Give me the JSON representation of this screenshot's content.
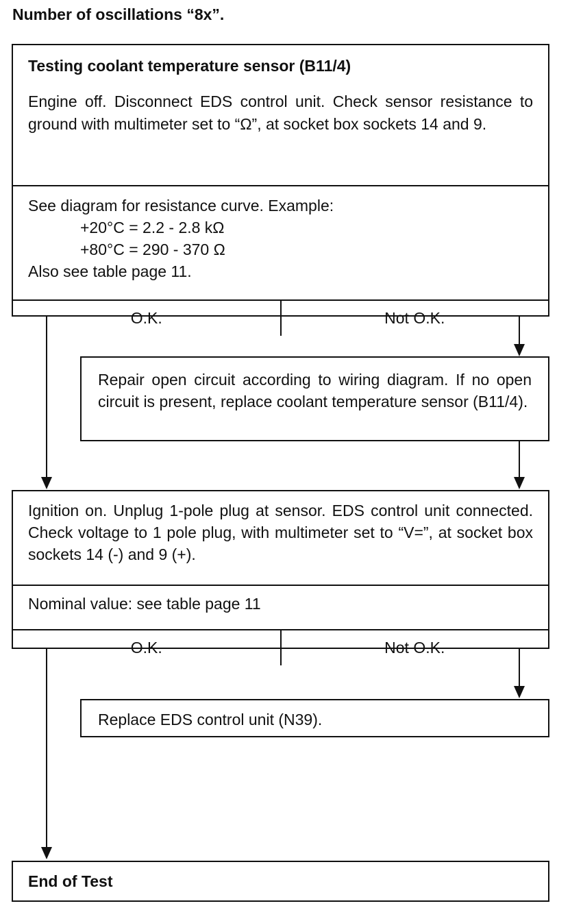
{
  "heading": "Number of oscillations “8x”.",
  "test1": {
    "title": "Testing coolant temperature sensor (B11/4)",
    "instruction": "Engine off.  Disconnect EDS control unit.  Check sensor resistance to ground with multimeter set to “Ω”, at socket box sockets 14 and 9.",
    "spec_line1": "See diagram for resistance curve.  Example:",
    "spec_line2": "+20°C  =  2.2 - 2.8 kΩ",
    "spec_line3": "+80°C  =  290 - 370 Ω",
    "spec_line4": "Also see table page 11.",
    "ok_label": "O.K.",
    "not_ok_label": "Not O.K."
  },
  "repair1": "Repair open circuit according to wiring diagram.  If no open circuit is present, replace coolant temperature sensor (B11/4).",
  "test2": {
    "instruction": "Ignition on. Unplug 1-pole plug at sensor. EDS control unit connected.  Check voltage to 1 pole plug, with multimeter set to “V=”, at socket box sockets 14 (-) and 9 (+).",
    "nominal": "Nominal value:  see table page 11",
    "ok_label": "O.K.",
    "not_ok_label": "Not O.K."
  },
  "repair2": "Replace EDS control unit (N39).",
  "end": "End of Test"
}
